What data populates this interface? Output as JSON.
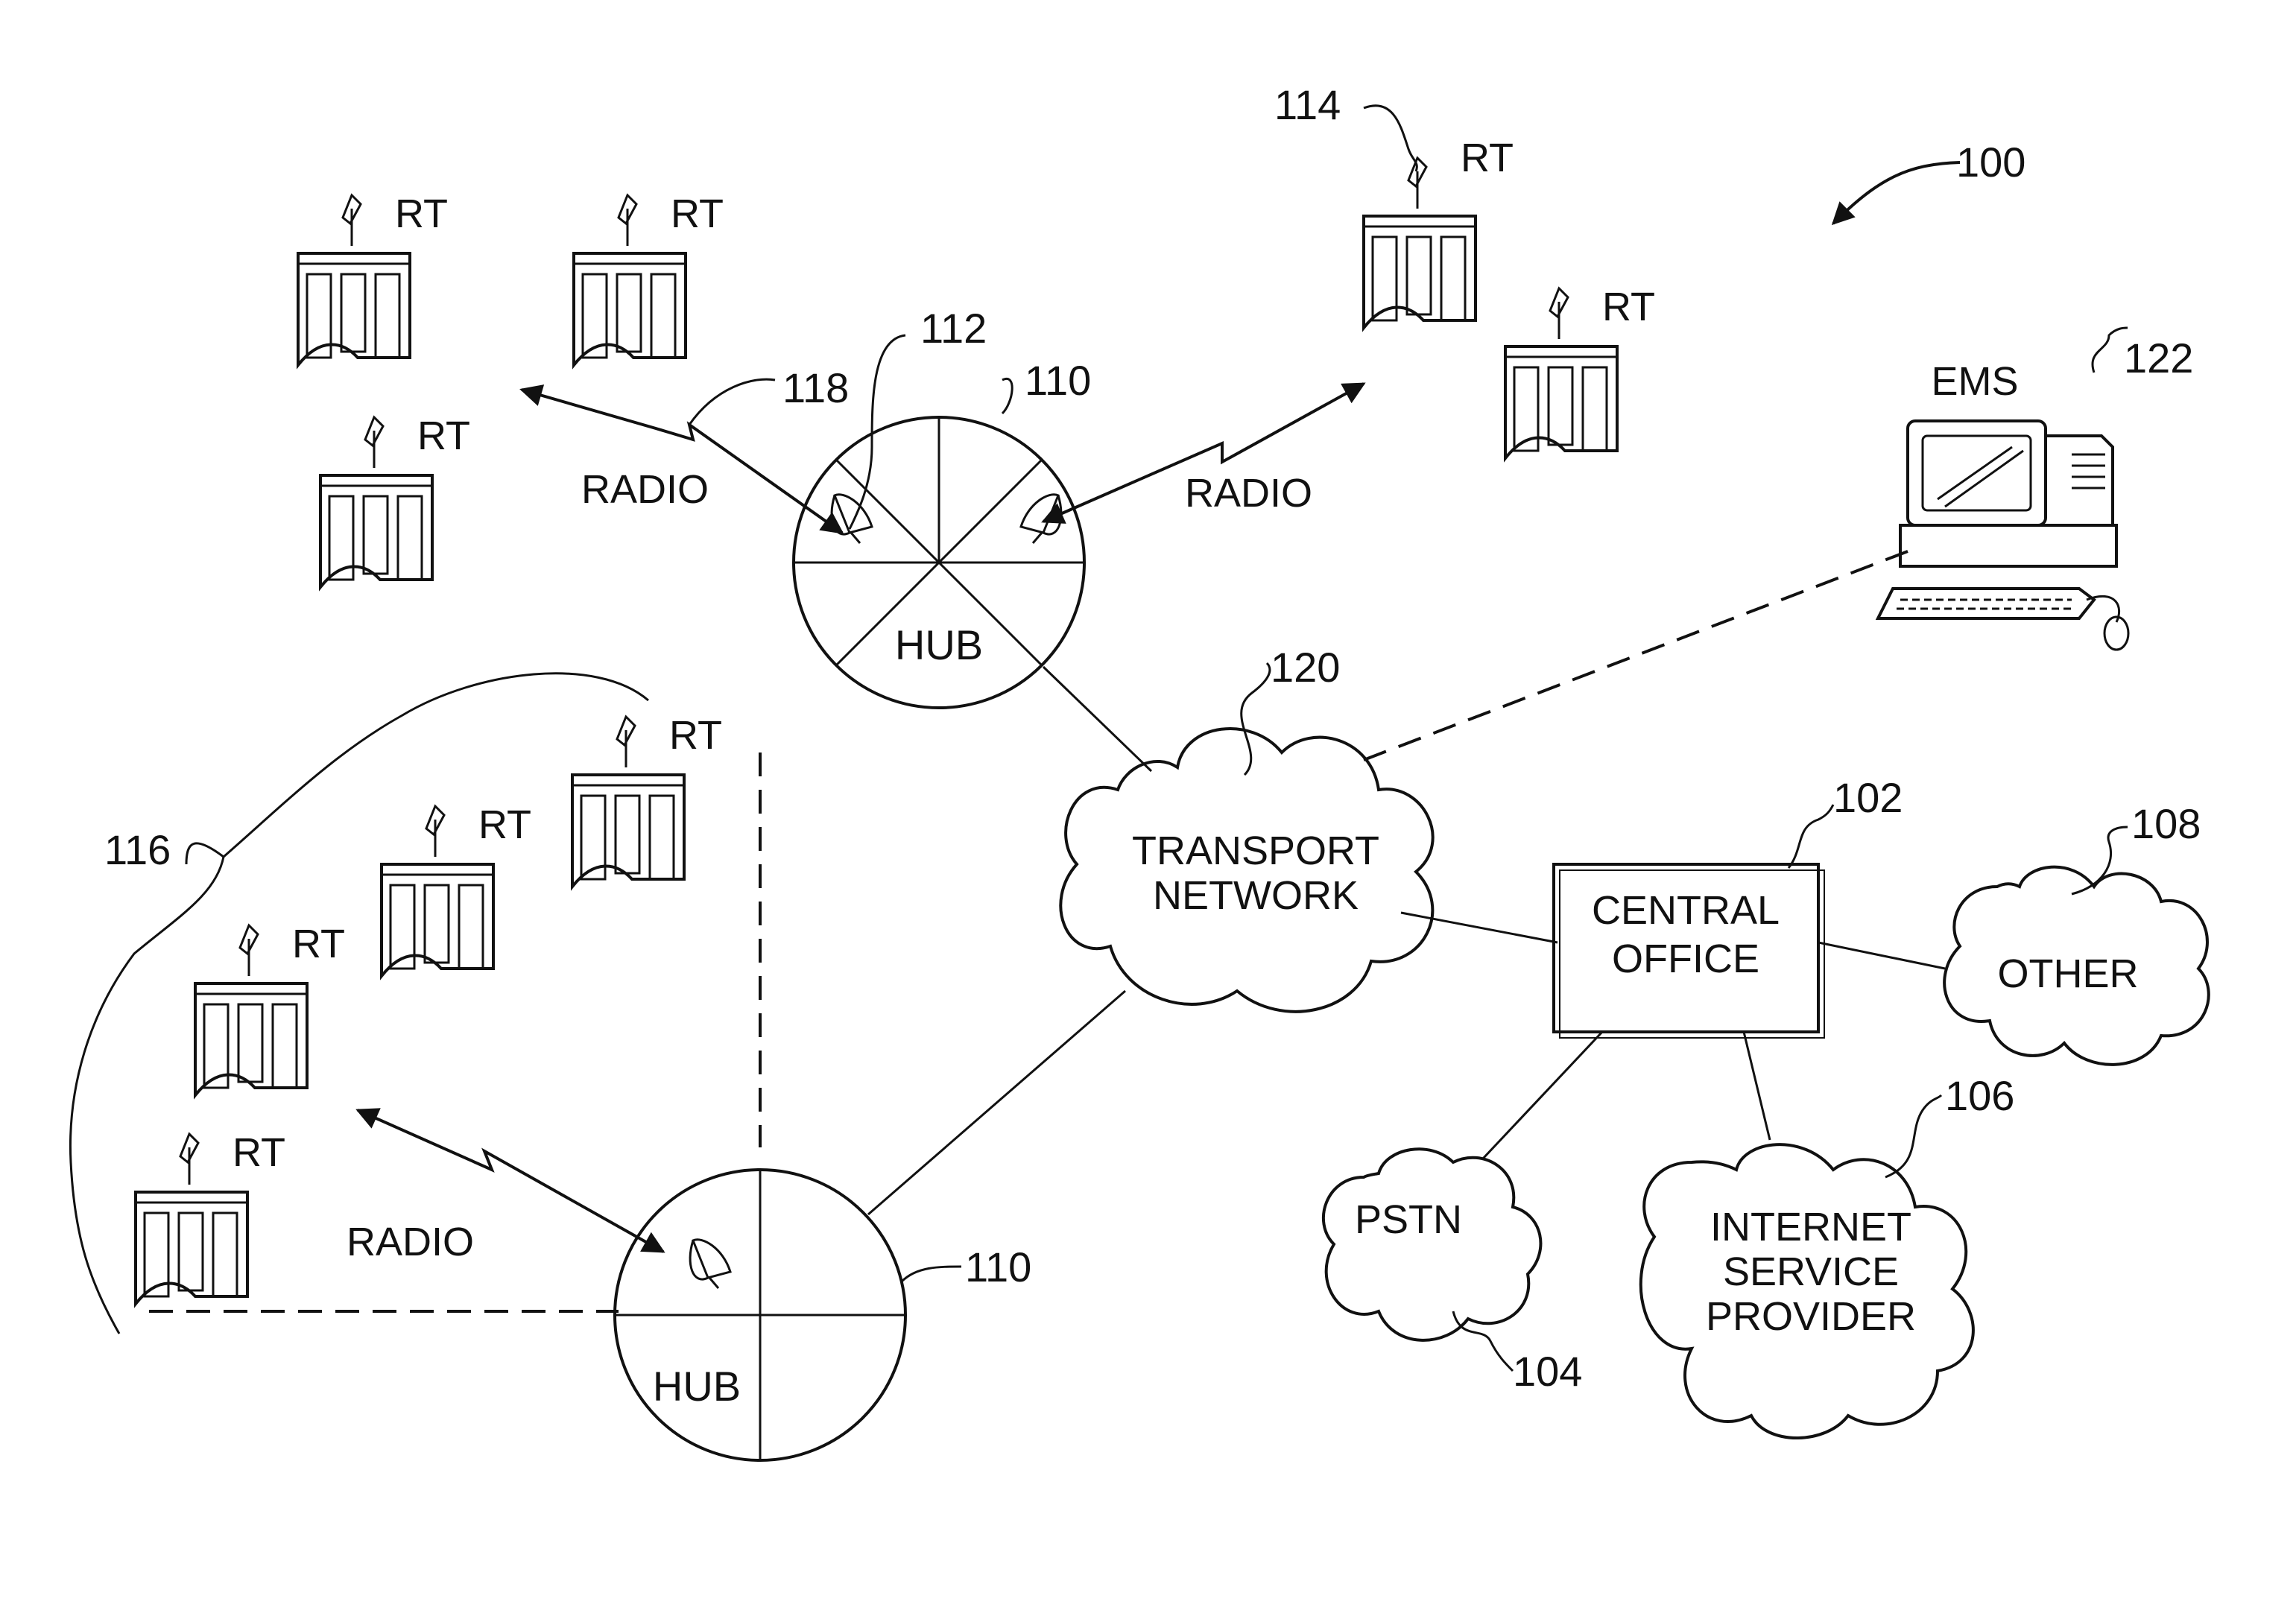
{
  "figure_ref": "100",
  "terminals": {
    "label": "RT"
  },
  "radio_labels": [
    "RADIO",
    "RADIO",
    "RADIO"
  ],
  "hubs": [
    {
      "label": "HUB",
      "ref": "110"
    },
    {
      "label": "HUB",
      "ref": "110"
    }
  ],
  "antenna_ref": "112",
  "rt_antenna_ref": "114",
  "group_ref": "116",
  "link_ref": "118",
  "transport": {
    "line1": "TRANSPORT",
    "line2": "NETWORK",
    "ref": "120"
  },
  "ems": {
    "label": "EMS",
    "ref": "122"
  },
  "central_office": {
    "line1": "CENTRAL",
    "line2": "OFFICE",
    "ref": "102"
  },
  "pstn": {
    "label": "PSTN",
    "ref": "104"
  },
  "isp": {
    "line1": "INTERNET",
    "line2": "SERVICE",
    "line3": "PROVIDER",
    "ref": "106"
  },
  "other": {
    "label": "OTHER",
    "ref": "108"
  }
}
